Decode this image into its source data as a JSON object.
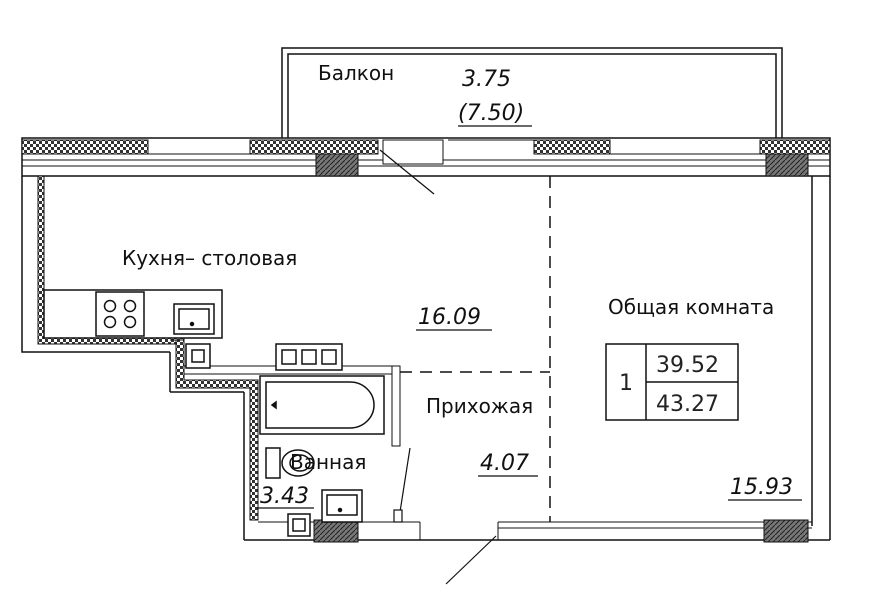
{
  "rooms": {
    "balcony": {
      "label": "Балкон",
      "area": "3.75",
      "area_full": "(7.50)"
    },
    "kitchen": {
      "label": "Кухня– столовая",
      "area": "16.09"
    },
    "living": {
      "label": "Общая  комната",
      "area": "15.93"
    },
    "hallway": {
      "label": "Прихожая",
      "area": "4.07"
    },
    "bathroom": {
      "label": "Ванная",
      "area": "3.43"
    }
  },
  "summary": {
    "rooms_count": "1",
    "living_area": "39.52",
    "total_area": "43.27"
  },
  "colors": {
    "line": "#111111",
    "wall_hatch": "#333333",
    "column_fill": "#555555"
  }
}
